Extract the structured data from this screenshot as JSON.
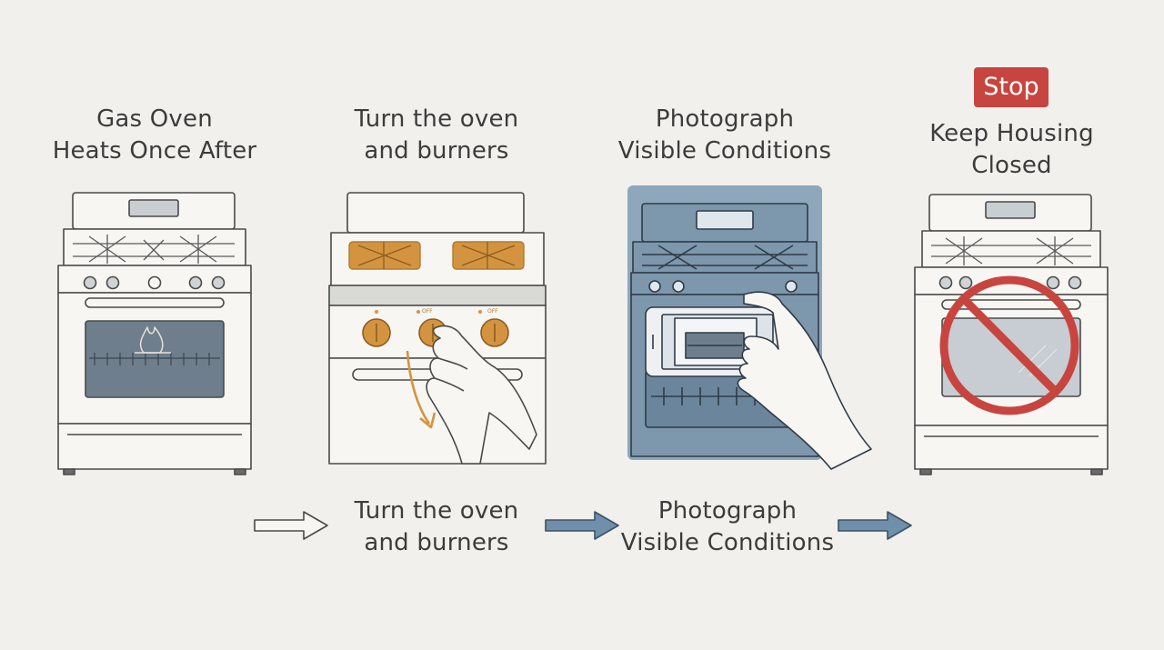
{
  "steps": [
    {
      "title_line1": "Gas Oven",
      "title_line2": "Heats Once After"
    },
    {
      "title_line1": "Turn the oven",
      "title_line2": "and burners"
    },
    {
      "title_line1": "Photograph",
      "title_line2": "Visible Conditions"
    },
    {
      "badge": "Stop",
      "title_line1": "Keep Housing",
      "title_line2": "Closed"
    }
  ],
  "bottom_captions": [
    {
      "line1": "Turn the oven",
      "line2": "and burners"
    },
    {
      "line1": "Photograph",
      "line2": "Visible Conditions"
    }
  ],
  "knob_labels": {
    "left": "OFF",
    "right": "OFF"
  },
  "colors": {
    "background": "#f1f0ec",
    "accent_orange": "#d4943f",
    "accent_blue": "#6f8fab",
    "stop_red": "#c8453f",
    "window_gray": "#6e7e8c"
  },
  "icons": [
    "fire-icon",
    "turn-arrow-icon",
    "phone-icon",
    "prohibition-icon",
    "arrow-right-icon"
  ]
}
